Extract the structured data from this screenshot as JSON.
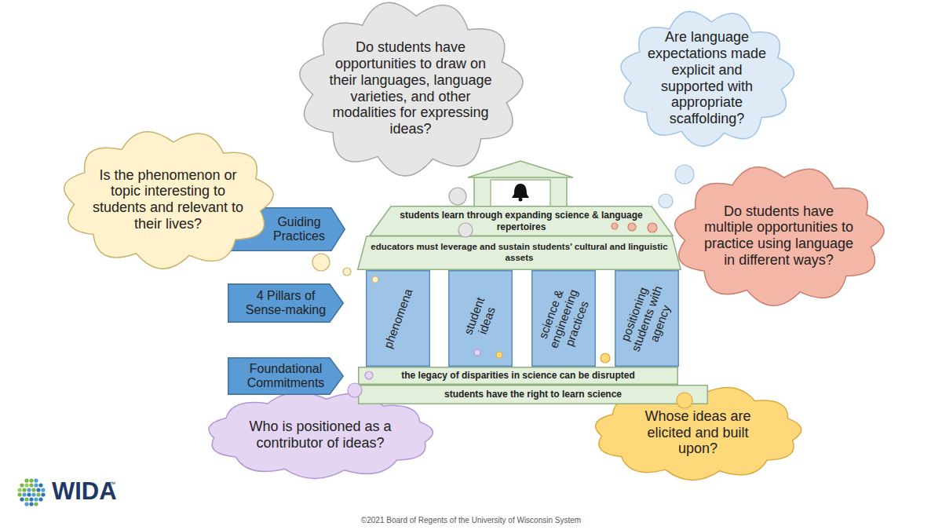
{
  "diagram": {
    "nodes": [
      {
        "text": [
          "Do students have opportunities to draw on their languages, language varieties, and other modalities for expressing ideas?"
        ]
      },
      {
        "text": [
          "Are language expectations made explicit and supported with appropriate scaffolding?"
        ]
      },
      {
        "text": [
          "Is the phenomenon or topic interesting to students and relevant to their lives?"
        ]
      },
      {
        "text": [
          "Guiding Practices"
        ]
      },
      {
        "text": [
          "students learn through expanding science & language repertoires"
        ]
      },
      {
        "text": [
          "Do students have multiple opportunities to practice using language in different ways?"
        ]
      },
      {
        "text": [
          "educators must leverage and sustain students’ cultural and linguistic assets"
        ]
      },
      {
        "text": [
          "4 Pillars of Sense-making"
        ]
      },
      {
        "text": [
          "phenomena"
        ]
      },
      {
        "text": [
          "student ideas"
        ]
      },
      {
        "text": [
          "science & engineering practices"
        ]
      },
      {
        "text": [
          "positioning students with agency"
        ]
      },
      {
        "text": [
          "Foundational Commitments"
        ]
      },
      {
        "text": [
          "the legacy of disparities in science can be disrupted"
        ]
      },
      {
        "text": [
          "students have the right to learn science"
        ]
      },
      {
        "text": [
          "Who is positioned as a contributor of ideas?"
        ]
      },
      {
        "text": [
          "Whose ideas are elicited and built upon?"
        ]
      }
    ],
    "labels": [
      "WIDA",
      "™",
      "©2021 Board of Regents of the University of Wisconsin System"
    ]
  }
}
